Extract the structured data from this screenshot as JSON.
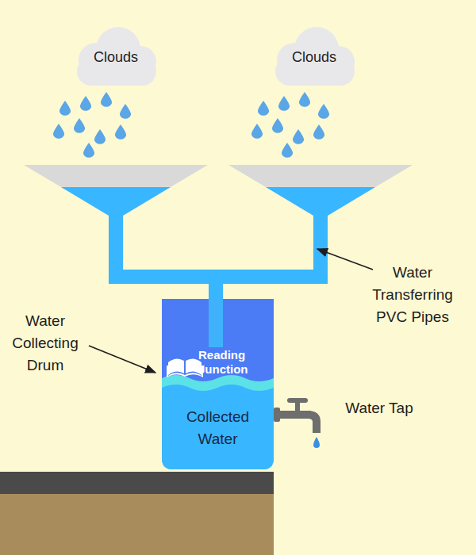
{
  "diagram": {
    "nodes": [
      {
        "text": [
          "Clouds"
        ]
      },
      {
        "text": [
          "Clouds"
        ]
      },
      {
        "text": [
          "Collected Water"
        ]
      }
    ],
    "labels": [
      "Water Transferring PVC Pipes",
      "Water Collecting Drum",
      "Water Tap",
      "Reading Junction"
    ]
  }
}
